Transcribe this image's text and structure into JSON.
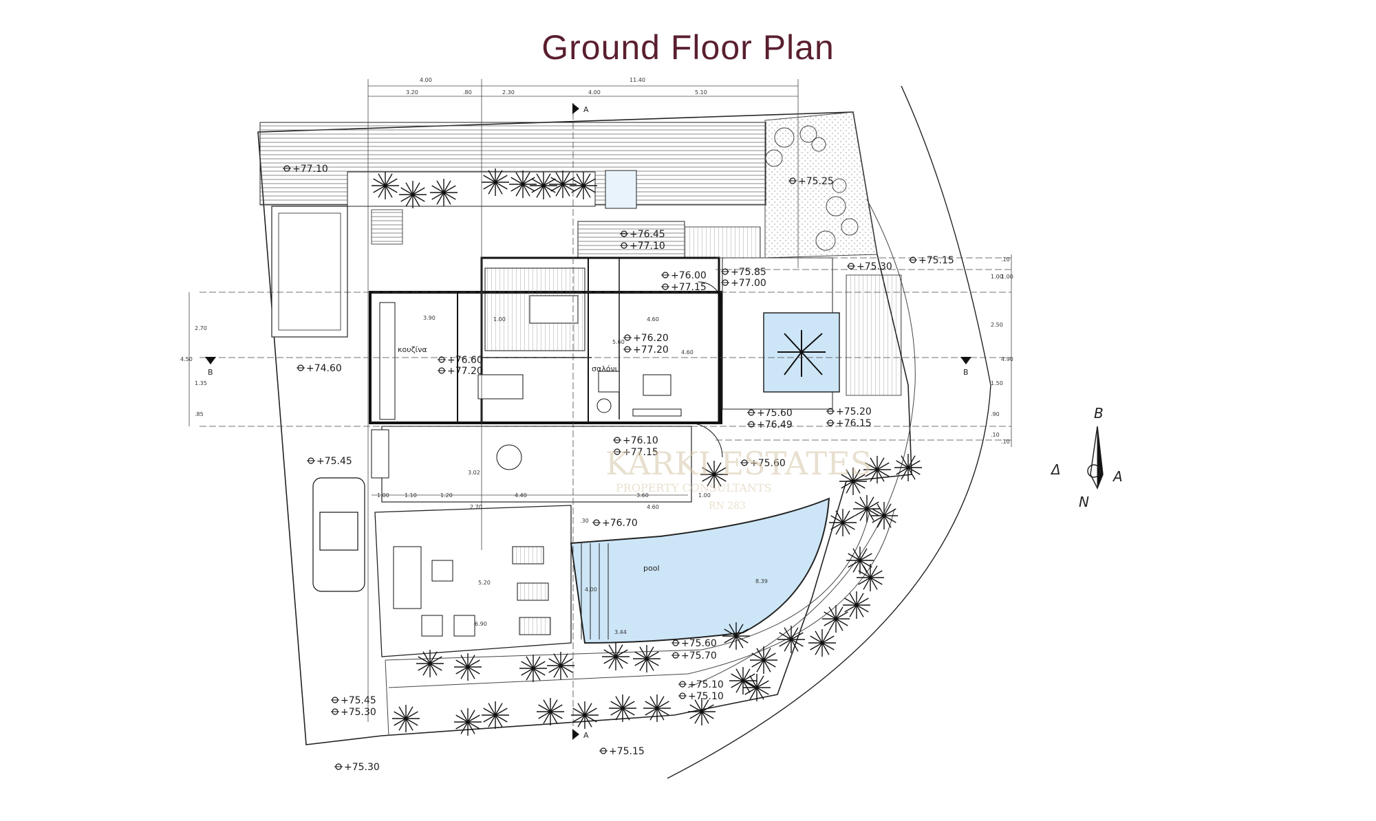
{
  "title": "Ground Floor Plan",
  "dimensions_top": {
    "overall_right": "11.40",
    "overall_left": "4.00",
    "segments": [
      "3.20",
      ".80",
      "2.30",
      "4.00",
      "5.10"
    ]
  },
  "dimensions_left": [
    "4.50",
    "2.70",
    "1.35",
    ".85"
  ],
  "dimensions_right": [
    "1.00",
    "1.00",
    "2.50",
    "4.90",
    "1.50",
    ".90",
    ".10",
    ".10",
    ".10"
  ],
  "interior_dims": [
    "3.90",
    "1.00",
    "4.60",
    "5.60",
    "4.60",
    "3.02",
    "1.00",
    "1.10",
    "1.20",
    "4.40",
    "3.60",
    "1.00",
    "2.70",
    "4.60",
    ".30",
    "5.20",
    "6.90",
    "4.00",
    "8.39",
    "3.44"
  ],
  "section_marks": {
    "a_top": "A",
    "a_bottom": "A",
    "b_left": "B",
    "b_right": "B"
  },
  "levels": {
    "l1": "+77.10",
    "l2": "+75.25",
    "l3": "+76.45",
    "l4": "+77.10",
    "l5": "+75.15",
    "l6": "+75.30",
    "l7": "+76.00",
    "l8": "+77.15",
    "l9": "+75.85",
    "l10": "+77.00",
    "l11": "+74.60",
    "l12": "+76.60",
    "l13": "+77.20",
    "l14": "+76.20",
    "l15": "+77.20",
    "l16": "+75.60",
    "l17": "+76.49",
    "l18": "+75.20",
    "l19": "+76.15",
    "l20": "+75.45",
    "l21": "+76.10",
    "l22": "+77.15",
    "l23": "+75.60",
    "l24": "+76.70",
    "l25": "+75.60",
    "l26": "+75.70",
    "l27": "+75.10",
    "l28": "+75.10",
    "l29": "+75.45",
    "l30": "+75.30",
    "l31": "+75.15",
    "l32": "+75.30"
  },
  "room_labels": {
    "kitchen": "κουζίνα",
    "living": "σαλόνι",
    "pool": "pool"
  },
  "compass": {
    "north_greek": "B",
    "south_greek": "N",
    "west_greek": "Δ",
    "east_greek": "A"
  },
  "watermark": {
    "line1": "KARKI ESTATES",
    "line2": "PROPERTY CONSULTANTS",
    "line3": "RN 283"
  },
  "colors": {
    "title": "#5a1f2f",
    "pool": "#cde6f7",
    "line": "#222222"
  }
}
